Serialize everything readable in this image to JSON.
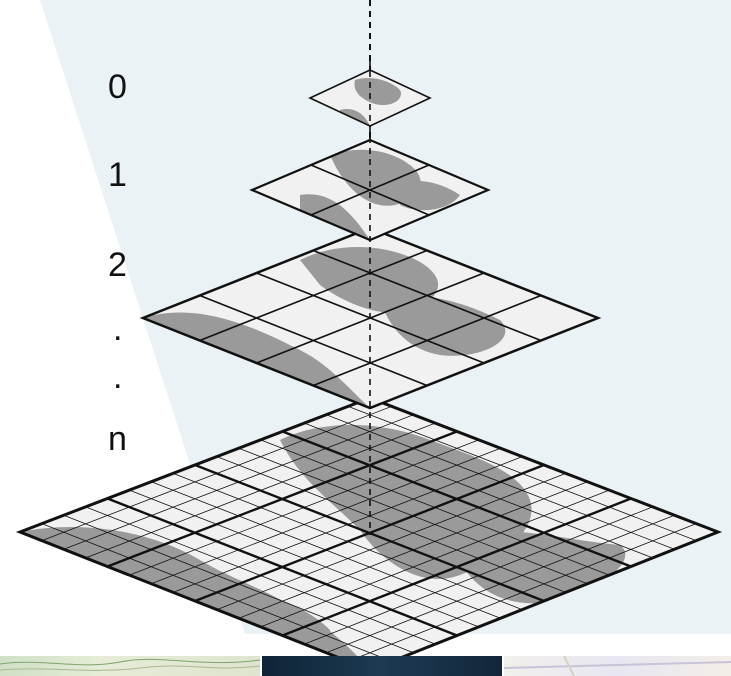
{
  "diagram": {
    "type": "tile-pyramid",
    "levels": [
      {
        "label": "0",
        "grid": 1
      },
      {
        "label": "1",
        "grid": 2
      },
      {
        "label": "2",
        "grid": 4
      },
      {
        "label": ".",
        "grid": null
      },
      {
        "label": ".",
        "grid": null
      },
      {
        "label": "n",
        "grid": 16
      }
    ]
  },
  "thumbnails": [
    {
      "name": "topographic-map-thumbnail",
      "style": "light-terrain"
    },
    {
      "name": "satellite-map-thumbnail",
      "style": "dark-imagery"
    },
    {
      "name": "street-map-thumbnail",
      "style": "street"
    }
  ],
  "colors": {
    "background_wedge": "#eaf2f6",
    "tile_fill": "#f1f1f1",
    "land": "#9a9a9a",
    "grid_line": "#111111",
    "axis": "#111111"
  }
}
